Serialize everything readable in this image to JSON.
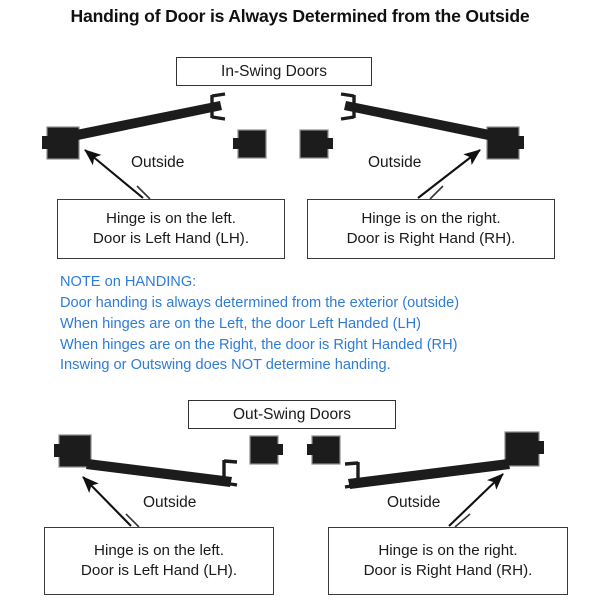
{
  "title": "Handing of Door is Always Determined from the Outside",
  "sections": {
    "inswing": {
      "label": "In-Swing Doors"
    },
    "outswing": {
      "label": "Out-Swing Doors"
    }
  },
  "outside_label": "Outside",
  "captions": {
    "inswing_left": {
      "line1": "Hinge is on the left.",
      "line2": "Door is Left Hand (LH)."
    },
    "inswing_right": {
      "line1": "Hinge is on the right.",
      "line2": "Door is Right Hand (RH)."
    },
    "outswing_left": {
      "line1": "Hinge is on the left.",
      "line2": "Door is Left Hand (LH)."
    },
    "outswing_right": {
      "line1": "Hinge is on the right.",
      "line2": "Door is Right Hand (RH)."
    }
  },
  "note": {
    "heading": "NOTE on HANDING:",
    "line1": "Door handing is always determined from the exterior (outside)",
    "line2": "When hinges are on the Left, the door Left Handed (LH)",
    "line3": "When hinges are on the Right, the door is Right Handed (RH)",
    "line4": "Inswing or Outswing does NOT determine handing."
  },
  "colors": {
    "note_blue": "#2E7CD6",
    "door_black": "#1c1c1c",
    "border_gray": "#3a3a3a",
    "background": "#ffffff"
  }
}
